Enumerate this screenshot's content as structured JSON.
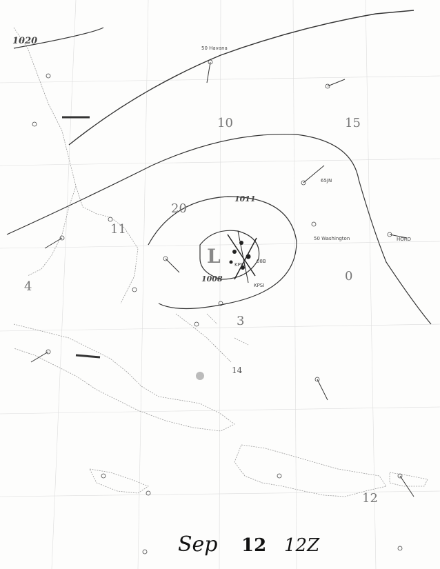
{
  "caption": {
    "month": "Sep",
    "day": "12",
    "time": "12Z"
  },
  "isobars": [
    {
      "label": "1020"
    },
    {
      "label": "1011"
    },
    {
      "label": "1008"
    }
  ],
  "center_label": "L",
  "station_labels": [
    {
      "text": "50 Havana"
    },
    {
      "text": "50 Washington"
    },
    {
      "text": "HORD"
    },
    {
      "text": "65JN"
    },
    {
      "text": "KPSI"
    },
    {
      "text": "KPSI"
    },
    {
      "text": "08B"
    }
  ],
  "tendency_numbers": [
    {
      "text": "10"
    },
    {
      "text": "15"
    },
    {
      "text": "20"
    },
    {
      "text": "11"
    },
    {
      "text": "4"
    },
    {
      "text": "3"
    },
    {
      "text": "14"
    },
    {
      "text": "12"
    },
    {
      "text": "0"
    }
  ],
  "colors": {
    "ink": "#111111",
    "pencil": "#555555",
    "coast": "#9a9a9a",
    "grid": "#d8d8d8"
  }
}
